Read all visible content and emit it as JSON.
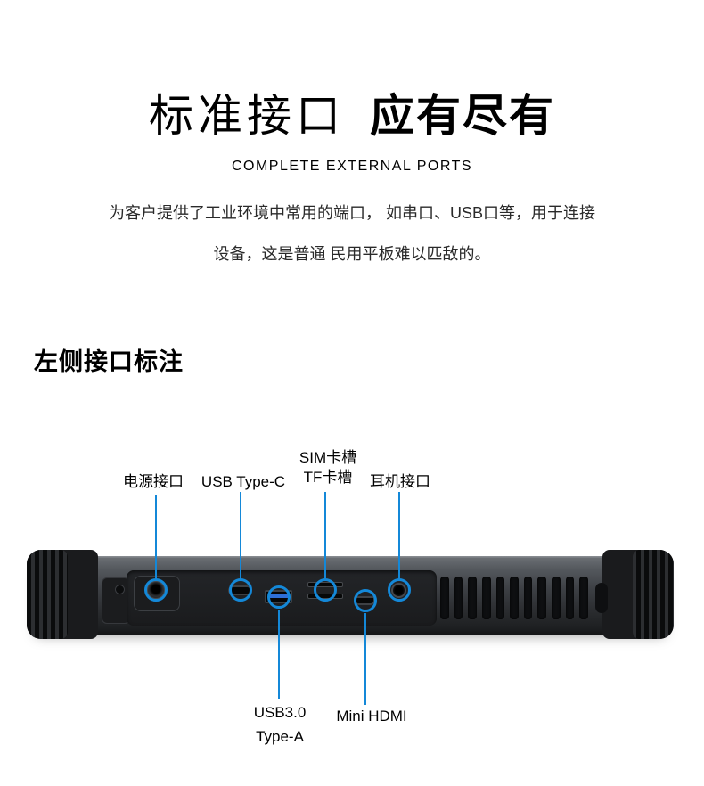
{
  "header": {
    "title_regular": "标准接口",
    "title_bold": "应有尽有",
    "subtitle": "COMPLETE EXTERNAL PORTS",
    "description_line1": "为客户提供了工业环境中常用的端口， 如串口、USB口等，用于连接",
    "description_line2": "设备，这是普通 民用平板难以匹敌的。"
  },
  "section": {
    "heading": "左侧接口标注"
  },
  "callouts": {
    "power": "电源接口",
    "usb_type_c": "USB Type-C",
    "sim_slot": "SIM卡槽",
    "tf_slot": "TF卡槽",
    "headphone": "耳机接口",
    "usb3_line1": "USB3.0",
    "usb3_line2": "Type-A",
    "mini_hdmi": "Mini HDMI"
  },
  "colors": {
    "accent": "#1488d8"
  }
}
